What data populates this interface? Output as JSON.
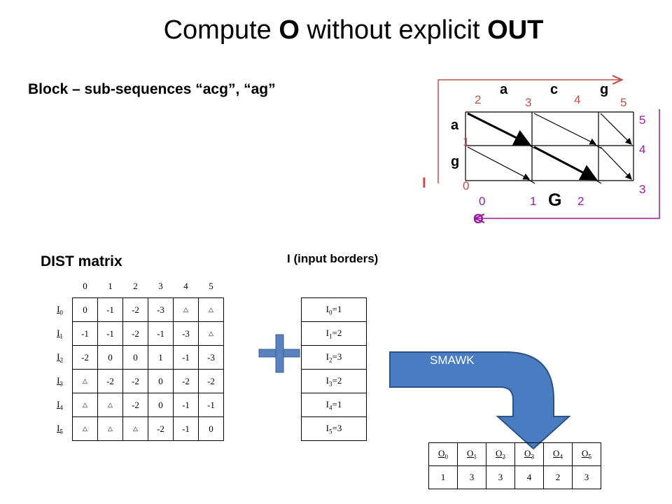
{
  "title": {
    "prefix": "Compute ",
    "b1": "O",
    "middle": " without explicit ",
    "b2": "OUT"
  },
  "subtitle": "Block  – sub-sequences “acg”, “ag”",
  "grid": {
    "top_letters": [
      "a",
      "c",
      "g"
    ],
    "left_letters": [
      "a",
      "g"
    ],
    "top_indices": [
      "2",
      "3",
      "4",
      "5"
    ],
    "left_indices": [
      "1",
      "0"
    ],
    "right_indices": [
      "5",
      "4",
      "3"
    ],
    "bottom_indices": [
      "0",
      "1",
      "2"
    ],
    "label_I": "I",
    "label_O": "O",
    "label_G": "G",
    "colors": {
      "I_arrow": "#c0504d",
      "O_arrow": "#9b1ba0"
    }
  },
  "dist": {
    "title": "DIST matrix",
    "col_headers": [
      "0",
      "1",
      "2",
      "3",
      "4",
      "5"
    ],
    "row_headers": [
      {
        "base": "I",
        "sub": "0"
      },
      {
        "base": "I",
        "sub": "1"
      },
      {
        "base": "I",
        "sub": "2"
      },
      {
        "base": "I",
        "sub": "3"
      },
      {
        "base": "I",
        "sub": "4"
      },
      {
        "base": "I",
        "sub": "5"
      }
    ],
    "rows": [
      [
        "0",
        "-1",
        "-2",
        "-3",
        "△",
        "△"
      ],
      [
        "-1",
        "-1",
        "-2",
        "-1",
        "-3",
        "△"
      ],
      [
        "-2",
        "0",
        "0",
        "1",
        "-1",
        "-3"
      ],
      [
        "△",
        "-2",
        "-2",
        "0",
        "-2",
        "-2"
      ],
      [
        "△",
        "△",
        "-2",
        "0",
        "-1",
        "-1"
      ],
      [
        "△",
        "△",
        "△",
        "-2",
        "-1",
        "0"
      ]
    ]
  },
  "input": {
    "title": "I (input borders)",
    "items": [
      {
        "base": "I",
        "sub": "0",
        "val": "=1"
      },
      {
        "base": "I",
        "sub": "1",
        "val": "=2"
      },
      {
        "base": "I",
        "sub": "2",
        "val": "=3"
      },
      {
        "base": "I",
        "sub": "3",
        "val": "=2"
      },
      {
        "base": "I",
        "sub": "4",
        "val": "=1"
      },
      {
        "base": "I",
        "sub": "5",
        "val": "=3"
      }
    ]
  },
  "arrow_label": "SMAWK",
  "output": {
    "headers": [
      {
        "base": "O",
        "sub": "0"
      },
      {
        "base": "O",
        "sub": "1"
      },
      {
        "base": "O",
        "sub": "2"
      },
      {
        "base": "O",
        "sub": "3"
      },
      {
        "base": "O",
        "sub": "4"
      },
      {
        "base": "O",
        "sub": "5"
      }
    ],
    "values": [
      "1",
      "3",
      "3",
      "4",
      "2",
      "3"
    ]
  },
  "colors": {
    "plus": "#5a82bf",
    "arrow_fill": "#4a7cc2",
    "arrow_stroke": "#2c5384"
  }
}
